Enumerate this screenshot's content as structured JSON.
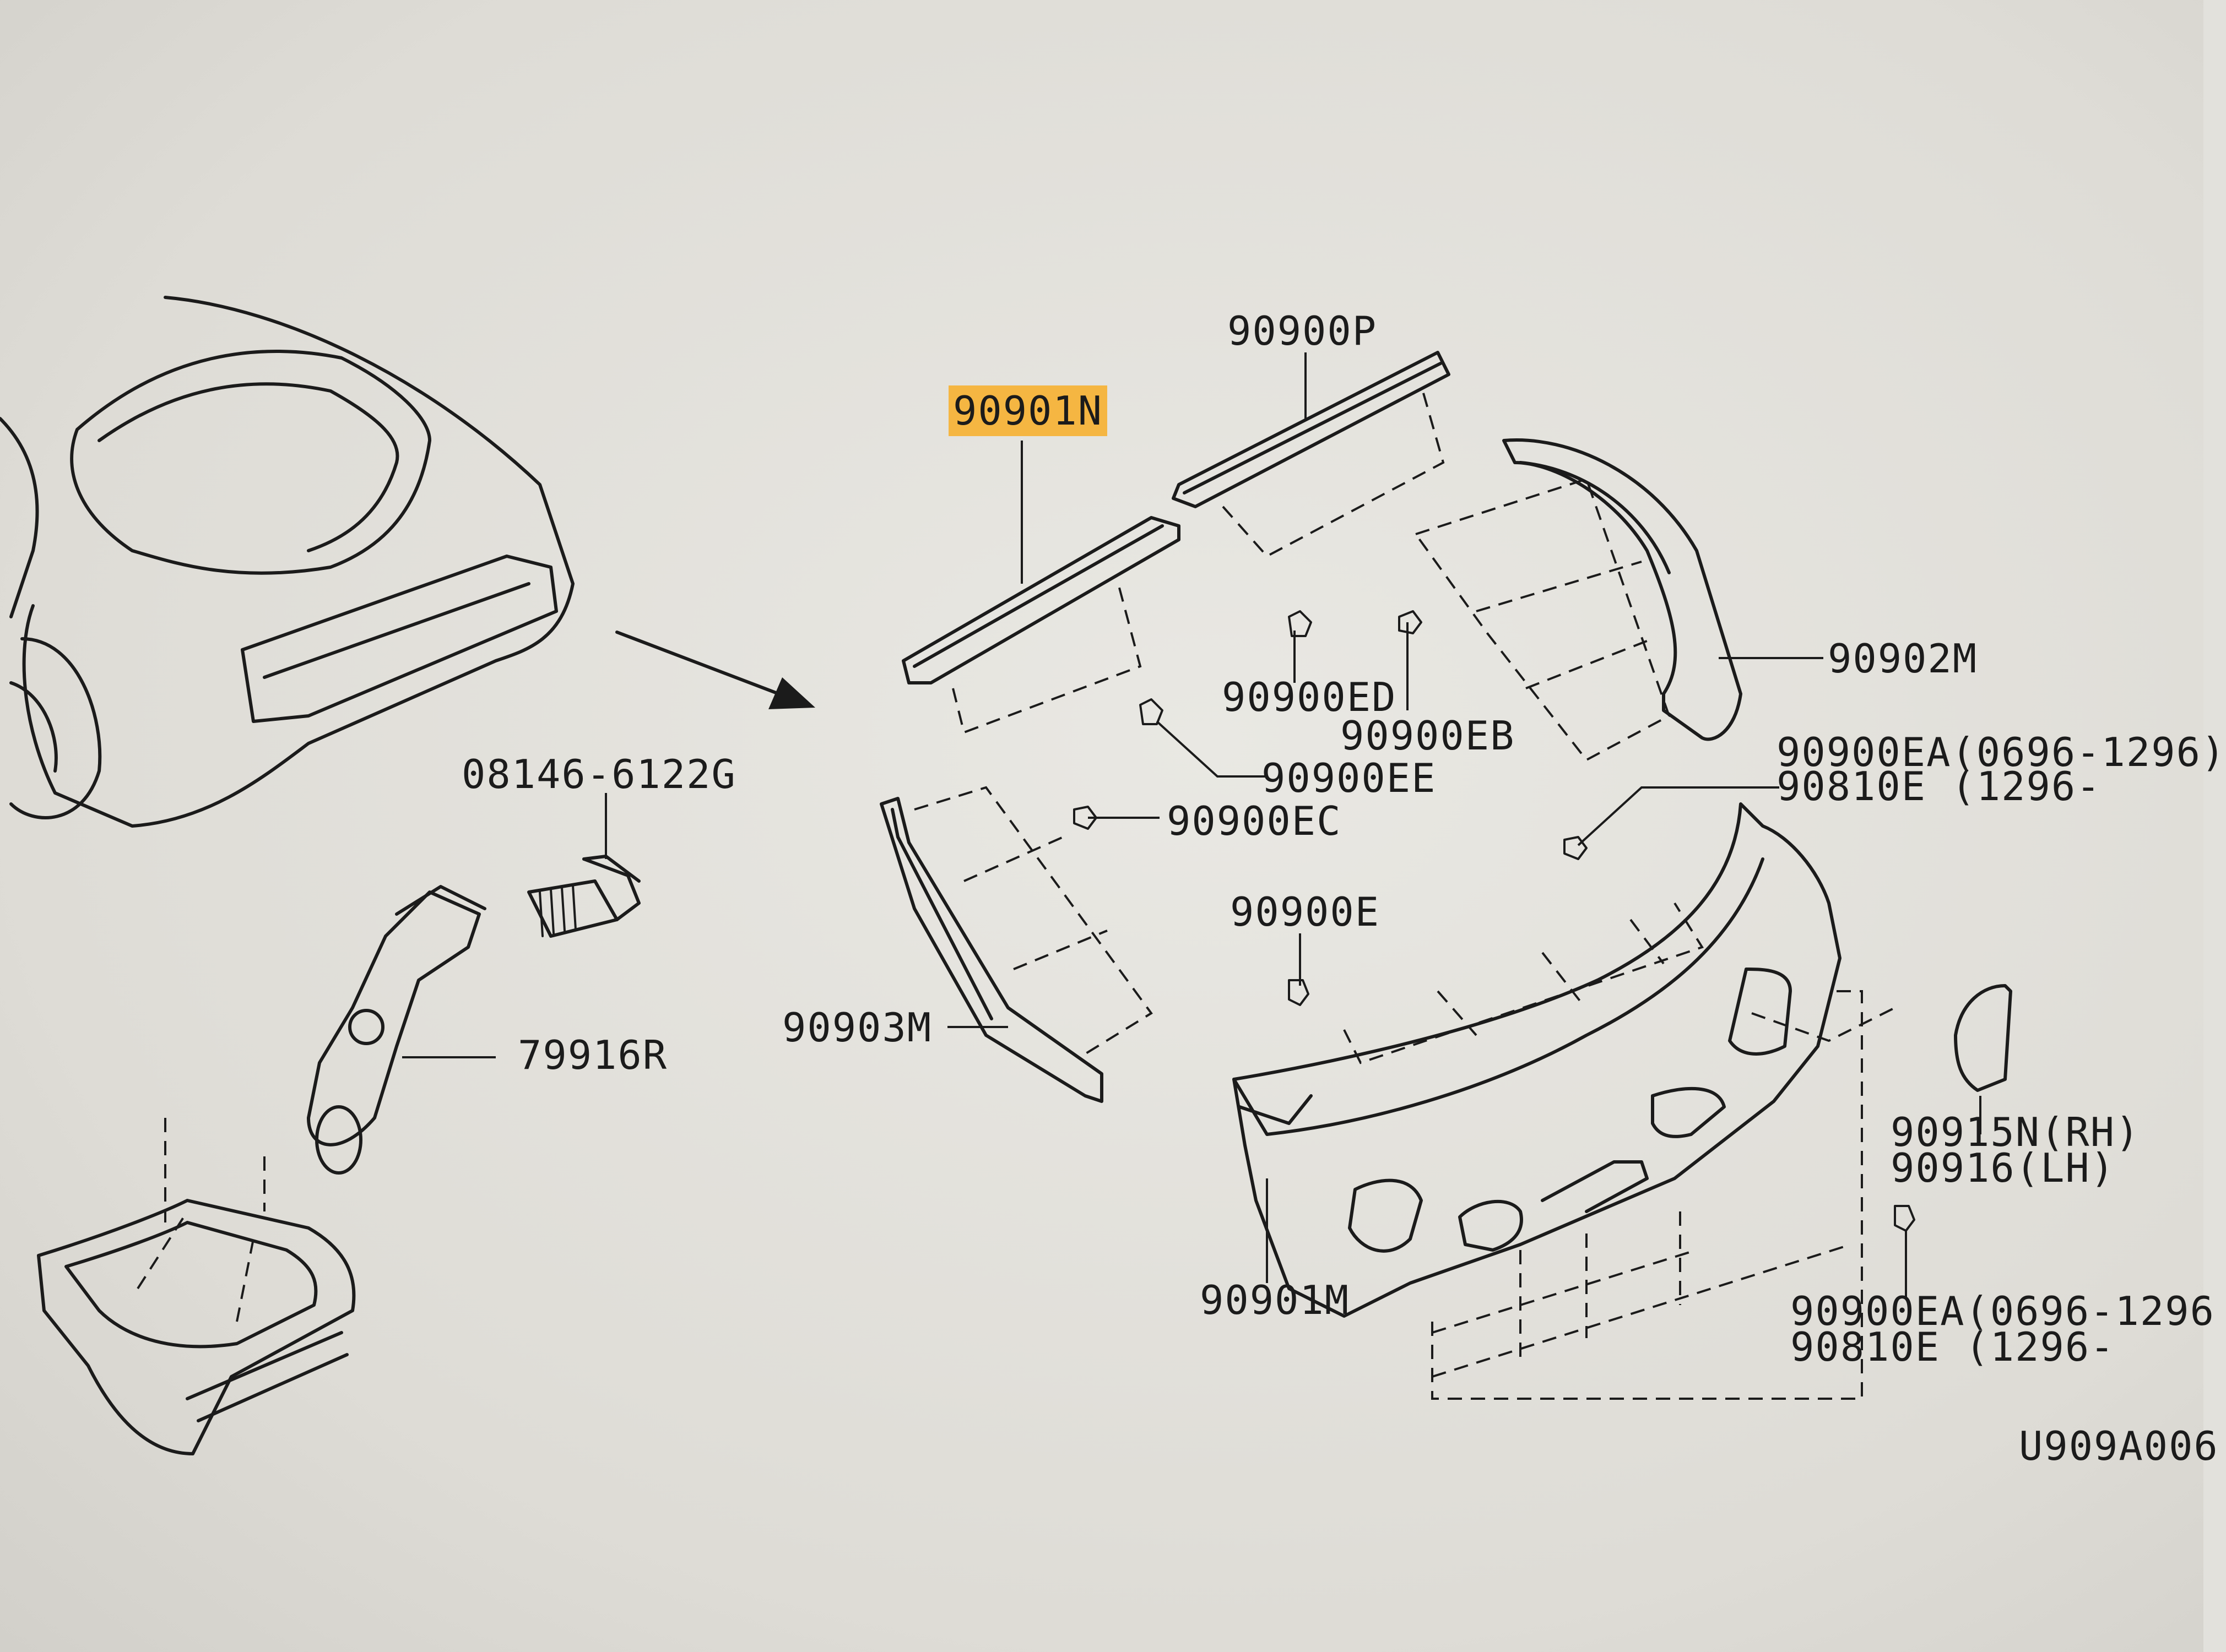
{
  "colors": {
    "background": "#e2e1dc",
    "ink": "#1b1b1b",
    "highlight": "#f5b642"
  },
  "labels": {
    "p90901N": "90901N",
    "p90900P": "90900P",
    "p90902M": "90902M",
    "p90900ED": "90900ED",
    "p90900EB": "90900EB",
    "p90900EE": "90900EE",
    "p90900EC": "90900EC",
    "p90900EA_top": "90900EA(0696-1296)",
    "p90810E_top": "90810E (1296-",
    "p08146": "08146-6122G",
    "p79916R": "79916R",
    "p90900E": "90900E",
    "p90903M": "90903M",
    "p90915N": "90915N(RH)",
    "p90916": "90916(LH)",
    "p90901M": "90901M",
    "p90900EA_bot": "90900EA(0696-1296",
    "p90810E_bot": "90810E (1296-",
    "ref": "U909A006"
  }
}
